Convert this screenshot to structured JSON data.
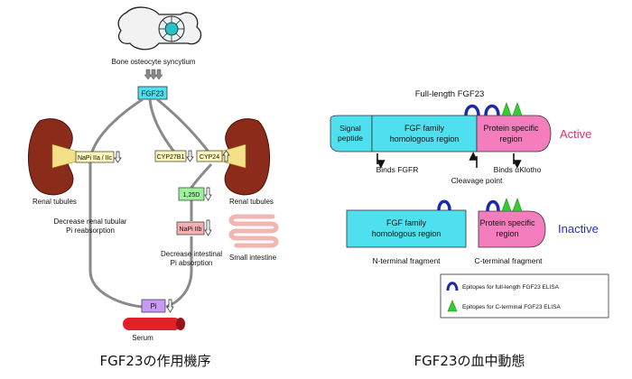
{
  "left": {
    "bone_label": "Bone osteocyte syncytium",
    "fgf23_box": "FGF23",
    "napi_kidney": "NaPi IIa / IIc",
    "cyp27b1": "CYP27B1",
    "cyp24": "CYP24",
    "renal_left": "Renal tubules",
    "renal_right": "Renal tubules",
    "vitd": "1,25D",
    "napi_intestine": "NaPi IIb",
    "renal_effect_1": "Decrease renal tubular",
    "renal_effect_2": "Pi reabsorption",
    "intestinal_effect_1": "Decrease intestinal",
    "intestinal_effect_2": "Pi absorption",
    "small_intestine": "Small intestine",
    "pi_box": "Pi",
    "serum": "Serum",
    "caption": "FGF23の作用機序"
  },
  "right": {
    "full_length_title": "Full-length FGF23",
    "signal_1": "Signal",
    "signal_2": "peptide",
    "fgf_family_1": "FGF family",
    "fgf_family_2": "homologous region",
    "protein_specific_1": "Protein specific",
    "protein_specific_2": "region",
    "active": "Active",
    "binds_fgfr": "Binds FGFR",
    "binds_klotho": "Binds αKlotho",
    "cleavage": "Cleavage point",
    "n_fgf_1": "FGF family",
    "n_fgf_2": "homologous region",
    "c_ps_1": "Protein specific",
    "c_ps_2": "region",
    "inactive": "Inactive",
    "n_fragment": "N-terminal fragment",
    "c_fragment": "C-terminal fragment",
    "legend_full": "Epitopes for full-length FGF23 ELISA",
    "legend_c": "Epitopes for C-terminal FGF23 ELISA",
    "caption": "FGF23の血中動態"
  },
  "colors": {
    "cyan": "#4fe0f0",
    "pink": "#f37dbd",
    "active": "#e0306a",
    "inactive": "#2430c8",
    "epitope_arc": "#1a2aa8",
    "triangle": "#33cc33",
    "vitd_green": "#9ef29e",
    "napi_yellow": "#fbf6b9",
    "napi_pink": "#f6b0b0",
    "pi_purple": "#c79af5",
    "serum_red": "#e2202a",
    "kidney": "#8b2c1a"
  }
}
